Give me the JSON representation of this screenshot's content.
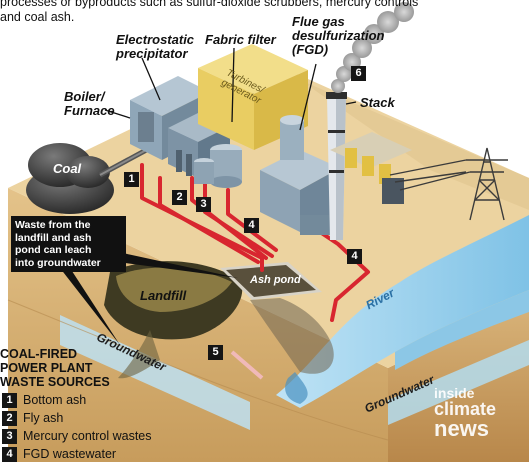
{
  "intro_text": [
    "processes or byproducts such as sulfur-dioxide scrubbers, mercury controls",
    "and coal ash."
  ],
  "labels": {
    "electrostatic_precipitator": [
      "Electrostatic",
      "precipitator"
    ],
    "fabric_filter": "Fabric filter",
    "fgd": [
      "Flue gas",
      "desulfurization",
      "(FGD)"
    ],
    "boiler": [
      "Boiler/",
      "Furnace"
    ],
    "turbines": [
      "Turbines/",
      "generator"
    ],
    "stack": "Stack",
    "coal": "Coal",
    "landfill": "Landfill",
    "ash_pond": "Ash pond",
    "river": "River",
    "groundwater_left": "Groundwater",
    "groundwater_right": "Groundwater"
  },
  "callout": [
    "Waste from the",
    "landfill and ash",
    "pond can leach",
    "into groundwater"
  ],
  "badges": {
    "b1": "1",
    "b2": "2",
    "b3": "3",
    "b4a": "4",
    "b4b": "4",
    "b5": "5",
    "b6": "6"
  },
  "legend": {
    "title": [
      "COAL-FIRED",
      "POWER PLANT",
      "WASTE SOURCES"
    ],
    "items": [
      {
        "num": "1",
        "label": "Bottom ash"
      },
      {
        "num": "2",
        "label": "Fly ash"
      },
      {
        "num": "3",
        "label": "Mercury control wastes"
      },
      {
        "num": "4",
        "label": "FGD wastewater"
      }
    ]
  },
  "watermark": [
    "inside",
    "climate",
    "news"
  ],
  "colors": {
    "pipe": "#d8262f",
    "ground": "#e7c98e",
    "water": "#9fd3ee",
    "building": "#8fa6b8",
    "stack": "#e8c93a"
  }
}
